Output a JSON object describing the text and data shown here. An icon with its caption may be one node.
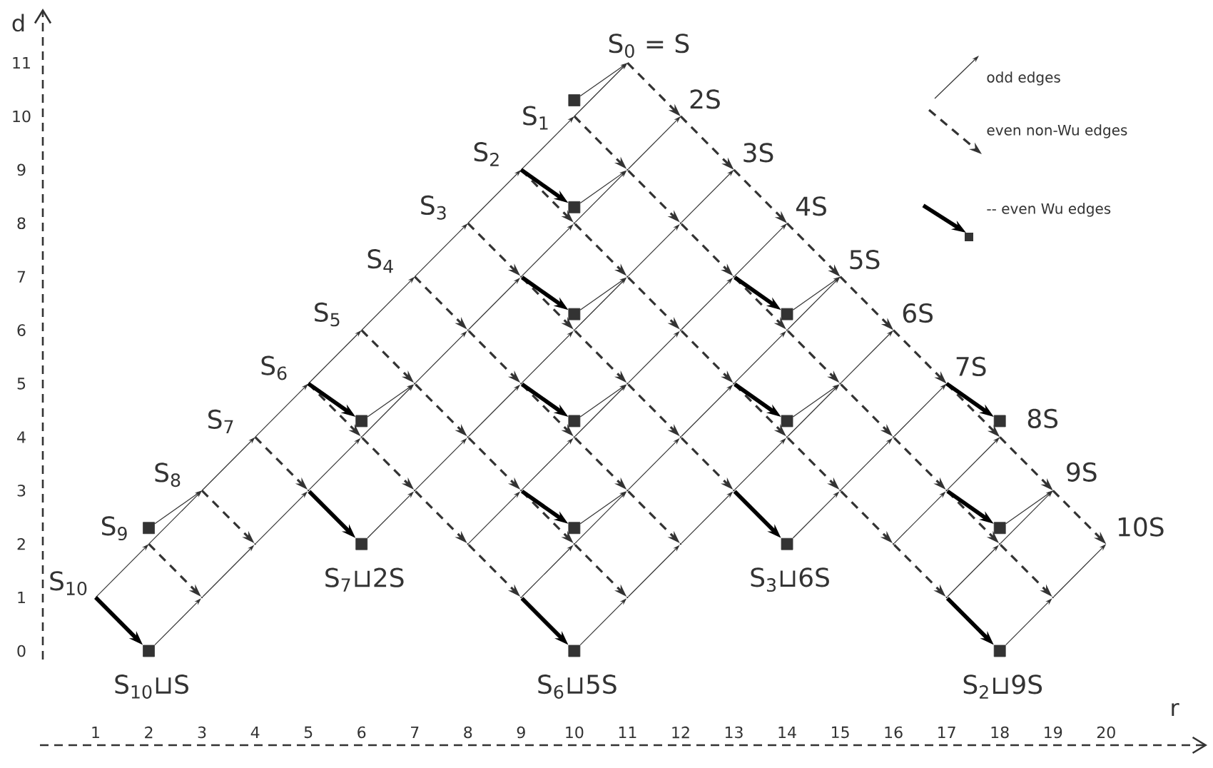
{
  "diagram": {
    "nodes": [
      {
        "text": [
          "S$_{10}$"
        ]
      },
      {
        "text": [
          "S$_{9}$"
        ]
      },
      {
        "text": [
          "S$_{8}$"
        ]
      },
      {
        "text": [
          "S$_{7}$"
        ]
      },
      {
        "text": [
          "S$_{6}$"
        ]
      },
      {
        "text": [
          "S$_{5}$"
        ]
      },
      {
        "text": [
          "S$_{4}$"
        ]
      },
      {
        "text": [
          "S$_{3}$"
        ]
      },
      {
        "text": [
          "S$_{2}$"
        ]
      },
      {
        "text": [
          "S$_{1}$"
        ]
      },
      {
        "text": [
          "S$_{0}$ = S"
        ]
      },
      {
        "text": [
          "S$_{10}$⊔S"
        ]
      },
      {
        "text": [],
        "shape": "point"
      },
      {
        "text": [],
        "shape": "point"
      },
      {
        "text": [],
        "shape": "point"
      },
      {
        "text": [],
        "shape": "point"
      },
      {
        "text": [],
        "shape": "point"
      },
      {
        "text": [],
        "shape": "point"
      },
      {
        "text": [],
        "shape": "point"
      },
      {
        "text": [],
        "shape": "point"
      },
      {
        "text": [],
        "shape": "point"
      },
      {
        "text": [
          "2S"
        ]
      },
      {
        "text": [
          "S$_{7}$⊔2S"
        ]
      },
      {
        "text": [],
        "shape": "point"
      },
      {
        "text": [],
        "shape": "point"
      },
      {
        "text": [],
        "shape": "point"
      },
      {
        "text": [],
        "shape": "point"
      },
      {
        "text": [],
        "shape": "point"
      },
      {
        "text": [],
        "shape": "point"
      },
      {
        "text": [
          "3S"
        ]
      },
      {
        "text": [],
        "shape": "point"
      },
      {
        "text": [],
        "shape": "point"
      },
      {
        "text": [],
        "shape": "point"
      },
      {
        "text": [],
        "shape": "point"
      },
      {
        "text": [],
        "shape": "point"
      },
      {
        "text": [],
        "shape": "point"
      },
      {
        "text": [
          "4S"
        ]
      },
      {
        "text": [],
        "shape": "point"
      },
      {
        "text": [],
        "shape": "point"
      },
      {
        "text": [],
        "shape": "point"
      },
      {
        "text": [],
        "shape": "point"
      },
      {
        "text": [],
        "shape": "point"
      },
      {
        "text": [],
        "shape": "point"
      },
      {
        "text": [
          "5S"
        ]
      },
      {
        "text": [
          "S$_{6}$⊔5S"
        ]
      },
      {
        "text": [],
        "shape": "point"
      },
      {
        "text": [],
        "shape": "point"
      },
      {
        "text": [],
        "shape": "point"
      },
      {
        "text": [],
        "shape": "point"
      },
      {
        "text": [],
        "shape": "point"
      },
      {
        "text": [
          "6S"
        ]
      },
      {
        "text": [
          "S$_{3}$⊔6S"
        ]
      },
      {
        "text": [],
        "shape": "point"
      },
      {
        "text": [],
        "shape": "point"
      },
      {
        "text": [
          "7S"
        ]
      },
      {
        "text": [],
        "shape": "point"
      },
      {
        "text": [],
        "shape": "point"
      },
      {
        "text": [
          "8S"
        ]
      },
      {
        "text": [],
        "shape": "point"
      },
      {
        "text": [],
        "shape": "point"
      },
      {
        "text": [
          "9S"
        ]
      },
      {
        "text": [
          "S$_{2}$⊔9S"
        ]
      },
      {
        "text": [],
        "shape": "point"
      },
      {
        "text": [
          "10S"
        ]
      },
      {
        "text": [],
        "shape": "box"
      },
      {
        "text": [],
        "shape": "box"
      },
      {
        "text": [],
        "shape": "box"
      },
      {
        "text": [],
        "shape": "box"
      },
      {
        "text": [],
        "shape": "box"
      },
      {
        "text": [],
        "shape": "box"
      },
      {
        "text": [],
        "shape": "box"
      },
      {
        "text": [],
        "shape": "box"
      },
      {
        "text": [],
        "shape": "box"
      },
      {
        "text": [],
        "shape": "box"
      },
      {
        "text": [],
        "shape": "box"
      }
    ],
    "edges": [
      {
        "from": 0,
        "to": 1,
        "arrow": "to"
      },
      {
        "from": 1,
        "to": 2,
        "arrow": "to"
      },
      {
        "from": 2,
        "to": 3,
        "arrow": "to"
      },
      {
        "from": 3,
        "to": 4,
        "arrow": "to"
      },
      {
        "from": 4,
        "to": 5,
        "arrow": "to"
      },
      {
        "from": 5,
        "to": 6,
        "arrow": "to"
      },
      {
        "from": 6,
        "to": 7,
        "arrow": "to"
      },
      {
        "from": 7,
        "to": 8,
        "arrow": "to"
      },
      {
        "from": 8,
        "to": 9,
        "arrow": "to"
      },
      {
        "from": 9,
        "to": 10,
        "arrow": "to"
      },
      {
        "from": 11,
        "to": 12,
        "arrow": "to"
      },
      {
        "from": 12,
        "to": 13,
        "arrow": "to"
      },
      {
        "from": 13,
        "to": 14,
        "arrow": "to"
      },
      {
        "from": 14,
        "to": 15,
        "arrow": "to"
      },
      {
        "from": 15,
        "to": 16,
        "arrow": "to"
      },
      {
        "from": 16,
        "to": 17,
        "arrow": "to"
      },
      {
        "from": 17,
        "to": 18,
        "arrow": "to"
      },
      {
        "from": 18,
        "to": 19,
        "arrow": "to"
      },
      {
        "from": 19,
        "to": 20,
        "arrow": "to"
      },
      {
        "from": 20,
        "to": 21,
        "arrow": "to"
      },
      {
        "from": 22,
        "to": 23,
        "arrow": "to"
      },
      {
        "from": 23,
        "to": 24,
        "arrow": "to"
      },
      {
        "from": 24,
        "to": 25,
        "arrow": "to"
      },
      {
        "from": 25,
        "to": 26,
        "arrow": "to"
      },
      {
        "from": 26,
        "to": 27,
        "arrow": "to"
      },
      {
        "from": 27,
        "to": 28,
        "arrow": "to"
      },
      {
        "from": 28,
        "to": 29,
        "arrow": "to"
      },
      {
        "from": 30,
        "to": 31,
        "arrow": "to"
      },
      {
        "from": 31,
        "to": 32,
        "arrow": "to"
      },
      {
        "from": 32,
        "to": 33,
        "arrow": "to"
      },
      {
        "from": 33,
        "to": 34,
        "arrow": "to"
      },
      {
        "from": 34,
        "to": 35,
        "arrow": "to"
      },
      {
        "from": 35,
        "to": 36,
        "arrow": "to"
      },
      {
        "from": 37,
        "to": 38,
        "arrow": "to"
      },
      {
        "from": 38,
        "to": 39,
        "arrow": "to"
      },
      {
        "from": 39,
        "to": 40,
        "arrow": "to"
      },
      {
        "from": 40,
        "to": 41,
        "arrow": "to"
      },
      {
        "from": 41,
        "to": 42,
        "arrow": "to"
      },
      {
        "from": 42,
        "to": 43,
        "arrow": "to"
      },
      {
        "from": 44,
        "to": 45,
        "arrow": "to"
      },
      {
        "from": 45,
        "to": 46,
        "arrow": "to"
      },
      {
        "from": 46,
        "to": 47,
        "arrow": "to"
      },
      {
        "from": 47,
        "to": 48,
        "arrow": "to"
      },
      {
        "from": 48,
        "to": 49,
        "arrow": "to"
      },
      {
        "from": 49,
        "to": 50,
        "arrow": "to"
      },
      {
        "from": 51,
        "to": 52,
        "arrow": "to"
      },
      {
        "from": 52,
        "to": 53,
        "arrow": "to"
      },
      {
        "from": 53,
        "to": 54,
        "arrow": "to"
      },
      {
        "from": 55,
        "to": 56,
        "arrow": "to"
      },
      {
        "from": 56,
        "to": 57,
        "arrow": "to"
      },
      {
        "from": 58,
        "to": 59,
        "arrow": "to"
      },
      {
        "from": 59,
        "to": 60,
        "arrow": "to"
      },
      {
        "from": 61,
        "to": 62,
        "arrow": "to"
      },
      {
        "from": 62,
        "to": 63,
        "arrow": "to"
      },
      {
        "from": 0,
        "to": 11,
        "arrow": "to",
        "style": "thick"
      },
      {
        "from": 1,
        "to": 12,
        "arrow": "to",
        "style": "dashed"
      },
      {
        "from": 2,
        "to": 13,
        "arrow": "to",
        "style": "dashed"
      },
      {
        "from": 3,
        "to": 14,
        "arrow": "to",
        "style": "dashed"
      },
      {
        "from": 14,
        "to": 22,
        "arrow": "to",
        "style": "thick"
      },
      {
        "from": 4,
        "to": 15,
        "arrow": "to",
        "style": "dashed"
      },
      {
        "from": 15,
        "to": 23,
        "arrow": "to",
        "style": "dashed"
      },
      {
        "from": 23,
        "to": 30,
        "arrow": "to",
        "style": "dashed"
      },
      {
        "from": 30,
        "to": 37,
        "arrow": "to",
        "style": "dashed"
      },
      {
        "from": 37,
        "to": 44,
        "arrow": "to",
        "style": "thick"
      },
      {
        "from": 5,
        "to": 16,
        "arrow": "to",
        "style": "dashed"
      },
      {
        "from": 16,
        "to": 24,
        "arrow": "to",
        "style": "dashed"
      },
      {
        "from": 24,
        "to": 31,
        "arrow": "to",
        "style": "dashed"
      },
      {
        "from": 31,
        "to": 38,
        "arrow": "to",
        "style": "dashed"
      },
      {
        "from": 38,
        "to": 45,
        "arrow": "to",
        "style": "dashed"
      },
      {
        "from": 6,
        "to": 17,
        "arrow": "to",
        "style": "dashed"
      },
      {
        "from": 17,
        "to": 25,
        "arrow": "to",
        "style": "dashed"
      },
      {
        "from": 25,
        "to": 32,
        "arrow": "to",
        "style": "dashed"
      },
      {
        "from": 32,
        "to": 39,
        "arrow": "to",
        "style": "dashed"
      },
      {
        "from": 39,
        "to": 46,
        "arrow": "to",
        "style": "dashed"
      },
      {
        "from": 7,
        "to": 18,
        "arrow": "to",
        "style": "dashed"
      },
      {
        "from": 18,
        "to": 26,
        "arrow": "to",
        "style": "dashed"
      },
      {
        "from": 26,
        "to": 33,
        "arrow": "to",
        "style": "dashed"
      },
      {
        "from": 33,
        "to": 40,
        "arrow": "to",
        "style": "dashed"
      },
      {
        "from": 40,
        "to": 47,
        "arrow": "to",
        "style": "dashed"
      },
      {
        "from": 47,
        "to": 51,
        "arrow": "to",
        "style": "thick"
      },
      {
        "from": 8,
        "to": 19,
        "arrow": "to",
        "style": "dashed"
      },
      {
        "from": 19,
        "to": 27,
        "arrow": "to",
        "style": "dashed"
      },
      {
        "from": 27,
        "to": 34,
        "arrow": "to",
        "style": "dashed"
      },
      {
        "from": 34,
        "to": 41,
        "arrow": "to",
        "style": "dashed"
      },
      {
        "from": 41,
        "to": 48,
        "arrow": "to",
        "style": "dashed"
      },
      {
        "from": 48,
        "to": 52,
        "arrow": "to",
        "style": "dashed"
      },
      {
        "from": 52,
        "to": 55,
        "arrow": "to",
        "style": "dashed"
      },
      {
        "from": 55,
        "to": 58,
        "arrow": "to",
        "style": "dashed"
      },
      {
        "from": 58,
        "to": 61,
        "arrow": "to",
        "style": "thick"
      },
      {
        "from": 9,
        "to": 20,
        "arrow": "to",
        "style": "dashed"
      },
      {
        "from": 20,
        "to": 28,
        "arrow": "to",
        "style": "dashed"
      },
      {
        "from": 28,
        "to": 35,
        "arrow": "to",
        "style": "dashed"
      },
      {
        "from": 35,
        "to": 42,
        "arrow": "to",
        "style": "dashed"
      },
      {
        "from": 42,
        "to": 49,
        "arrow": "to",
        "style": "dashed"
      },
      {
        "from": 49,
        "to": 53,
        "arrow": "to",
        "style": "dashed"
      },
      {
        "from": 53,
        "to": 56,
        "arrow": "to",
        "style": "dashed"
      },
      {
        "from": 56,
        "to": 59,
        "arrow": "to",
        "style": "dashed"
      },
      {
        "from": 59,
        "to": 62,
        "arrow": "to",
        "style": "dashed"
      },
      {
        "from": 10,
        "to": 21,
        "arrow": "to",
        "style": "dashed"
      },
      {
        "from": 21,
        "to": 29,
        "arrow": "to",
        "style": "dashed"
      },
      {
        "from": 29,
        "to": 36,
        "arrow": "to",
        "style": "dashed"
      },
      {
        "from": 36,
        "to": 43,
        "arrow": "to",
        "style": "dashed"
      },
      {
        "from": 43,
        "to": 50,
        "arrow": "to",
        "style": "dashed"
      },
      {
        "from": 50,
        "to": 54,
        "arrow": "to",
        "style": "dashed"
      },
      {
        "from": 54,
        "to": 57,
        "arrow": "to",
        "style": "dashed"
      },
      {
        "from": 57,
        "to": 60,
        "arrow": "to",
        "style": "dashed"
      },
      {
        "from": 60,
        "to": 63,
        "arrow": "to",
        "style": "dashed"
      },
      {
        "from": 64,
        "to": 2,
        "arrow": "to"
      },
      {
        "from": 4,
        "to": 65,
        "arrow": "to",
        "style": "thick"
      },
      {
        "from": 65,
        "to": 16,
        "arrow": "to"
      },
      {
        "from": 66,
        "to": 10,
        "arrow": "to"
      },
      {
        "from": 8,
        "to": 67,
        "arrow": "to",
        "style": "thick"
      },
      {
        "from": 67,
        "to": 20,
        "arrow": "to"
      },
      {
        "from": 18,
        "to": 68,
        "arrow": "to",
        "style": "thick"
      },
      {
        "from": 68,
        "to": 27,
        "arrow": "to"
      },
      {
        "from": 25,
        "to": 69,
        "arrow": "to",
        "style": "thick"
      },
      {
        "from": 69,
        "to": 33,
        "arrow": "to"
      },
      {
        "from": 31,
        "to": 70,
        "arrow": "to",
        "style": "thick"
      },
      {
        "from": 70,
        "to": 39,
        "arrow": "to"
      },
      {
        "from": 35,
        "to": 71,
        "arrow": "to",
        "style": "thick"
      },
      {
        "from": 71,
        "to": 43,
        "arrow": "to"
      },
      {
        "from": 41,
        "to": 72,
        "arrow": "to",
        "style": "thick"
      },
      {
        "from": 72,
        "to": 49,
        "arrow": "to"
      },
      {
        "from": 54,
        "to": 73,
        "arrow": "to",
        "style": "thick"
      },
      {
        "from": 56,
        "to": 74,
        "arrow": "to",
        "style": "thick"
      },
      {
        "from": 74,
        "to": 60,
        "arrow": "to"
      }
    ],
    "labels": [
      "d",
      "11",
      "10",
      "9",
      "8",
      "7",
      "6",
      "5",
      "4",
      "3",
      "2",
      "1",
      "0",
      "r",
      "1",
      "2",
      "3",
      "4",
      "5",
      "6",
      "7",
      "8",
      "9",
      "10",
      "11",
      "12",
      "13",
      "14",
      "15",
      "16",
      "17",
      "18",
      "19",
      "20"
    ],
    "legend": [
      {
        "text": "odd edges"
      },
      {
        "text": "even non-Wu edges"
      },
      {
        "text": "-- even Wu edges"
      }
    ]
  }
}
